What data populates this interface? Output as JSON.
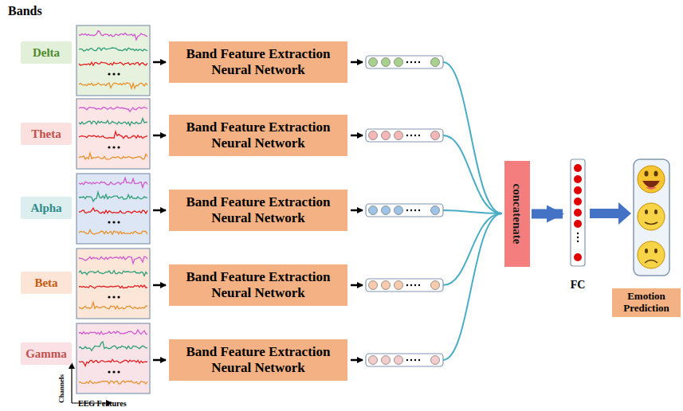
{
  "diagram": {
    "nodes": [
      {
        "text": [
          "Delta"
        ]
      },
      {
        "text": [
          "Band Feature Extraction Neural Network"
        ]
      },
      {
        "text": [
          "Theta"
        ]
      },
      {
        "text": [
          "Band Feature Extraction Neural Network"
        ]
      },
      {
        "text": [
          "Alpha"
        ]
      },
      {
        "text": [
          "Band Feature Extraction Neural Network"
        ]
      },
      {
        "text": [
          "Beta"
        ]
      },
      {
        "text": [
          "Band Feature Extraction Neural Network"
        ]
      },
      {
        "text": [
          "Gamma"
        ]
      },
      {
        "text": [
          "Band Feature Extraction Neural Network"
        ]
      },
      {
        "text": [
          "concatenate"
        ]
      },
      {
        "text": [
          "FC"
        ]
      },
      {
        "text": [
          "Emotion Prediction"
        ]
      }
    ],
    "edges": [
      {
        "from": 10,
        "to": 11,
        "arrow": "to"
      }
    ],
    "labels": [
      "Bands",
      "Channels",
      "EEG Features"
    ]
  }
}
